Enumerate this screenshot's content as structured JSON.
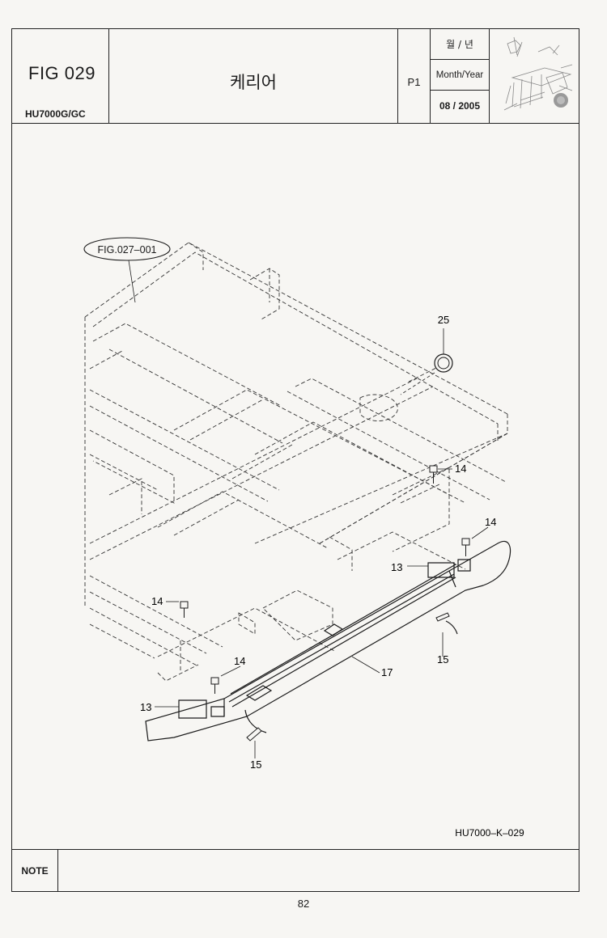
{
  "header": {
    "fig_number": "FIG 029",
    "model": "HU7000G/GC",
    "title": "케리어",
    "page": "P1",
    "date_label_ko": "월 / 년",
    "date_label_en": "Month/Year",
    "date_value": "08 / 2005",
    "thumbnail_icon": "machine-thumbnail-icon"
  },
  "drawing": {
    "reference_callout": "FIG.027–001",
    "drawing_code": "HU7000–K–029",
    "callouts": [
      {
        "id": "c25",
        "label": "25"
      },
      {
        "id": "c14a",
        "label": "14"
      },
      {
        "id": "c14b",
        "label": "14"
      },
      {
        "id": "c13a",
        "label": "13"
      },
      {
        "id": "c17",
        "label": "17"
      },
      {
        "id": "c15a",
        "label": "15"
      },
      {
        "id": "c14c",
        "label": "14"
      },
      {
        "id": "c14d",
        "label": "14"
      },
      {
        "id": "c13b",
        "label": "13"
      },
      {
        "id": "c15b",
        "label": "15"
      }
    ]
  },
  "footer": {
    "note_label": "NOTE",
    "note_text": ""
  },
  "page_number": "82"
}
